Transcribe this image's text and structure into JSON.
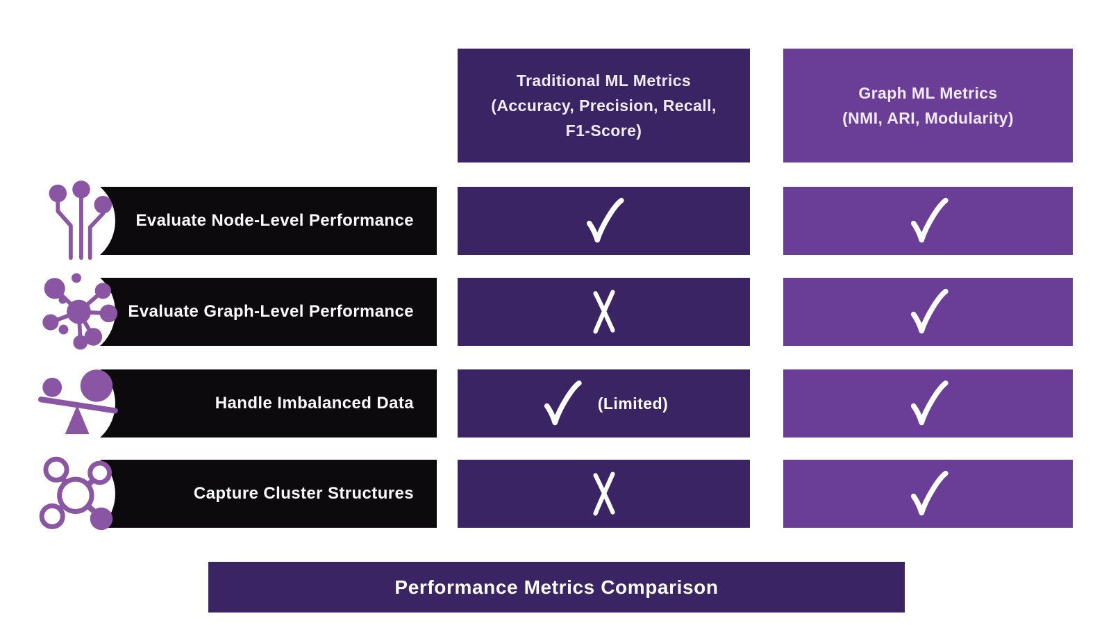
{
  "header": {
    "columns": [
      {
        "title": "Traditional ML Metrics",
        "subtitle": "(Accuracy, Precision, Recall, F1-Score)"
      },
      {
        "title": "Graph ML Metrics",
        "subtitle": "(NMI, ARI, Modularity)"
      }
    ]
  },
  "rows": [
    {
      "label": "Evaluate Node-Level Performance",
      "icon": "node-pins-icon",
      "traditional": {
        "type": "check"
      },
      "graph": {
        "type": "check"
      }
    },
    {
      "label": "Evaluate Graph-Level Performance",
      "icon": "network-graph-icon",
      "traditional": {
        "type": "x"
      },
      "graph": {
        "type": "check"
      }
    },
    {
      "label": "Handle Imbalanced Data",
      "icon": "balance-scale-icon",
      "traditional": {
        "type": "check",
        "note": "(Limited)"
      },
      "graph": {
        "type": "check"
      }
    },
    {
      "label": "Capture Cluster Structures",
      "icon": "cluster-nodes-icon",
      "traditional": {
        "type": "x"
      },
      "graph": {
        "type": "check"
      }
    }
  ],
  "footer": {
    "title": "Performance Metrics Comparison"
  },
  "colors": {
    "dark_purple": "#3b2463",
    "light_purple": "#6a3d96",
    "bar_black": "#0c0a0d",
    "icon_purple": "#8a55a3",
    "mark_white": "#ffffff"
  }
}
